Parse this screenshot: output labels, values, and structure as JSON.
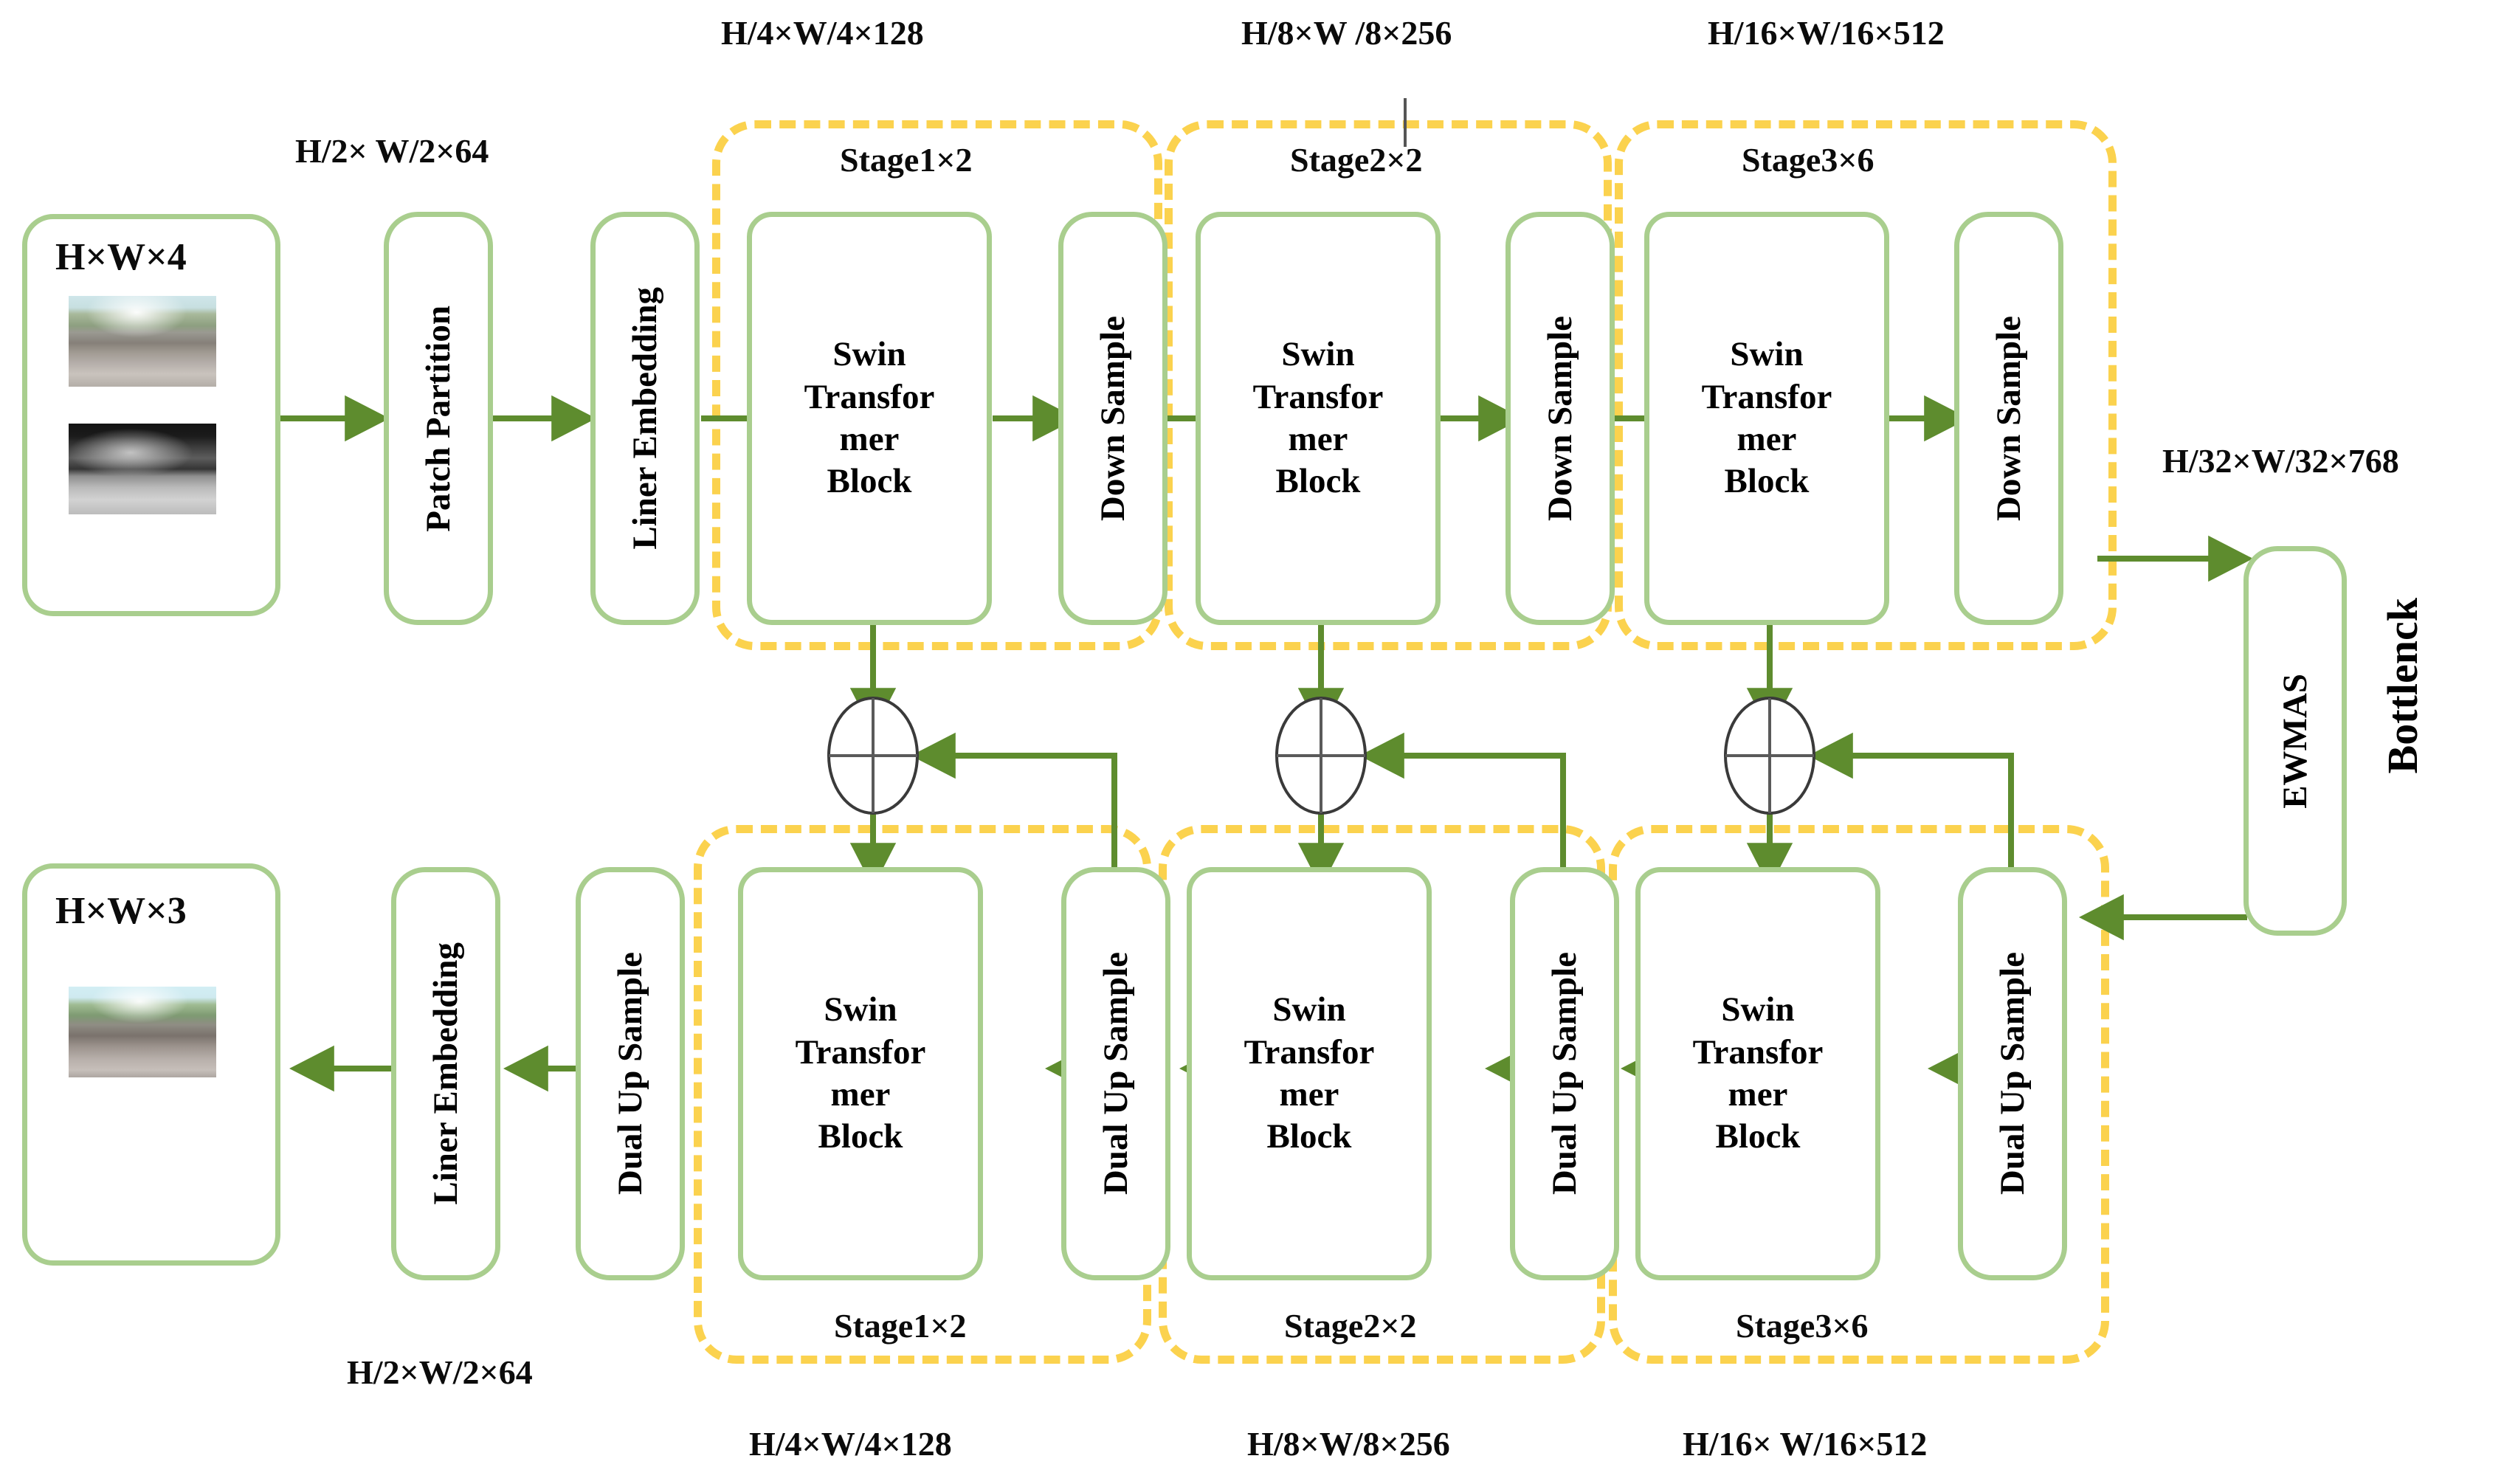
{
  "colors": {
    "module_border": "#A9CE8E",
    "stage_dashed": "#FBD24E",
    "arrow": "#5E8C2E",
    "text": "#000000",
    "background": "#FFFFFF"
  },
  "top_dimension_labels": [
    {
      "id": "dim-h2-w2-64-top",
      "text": "H/2× W/2×64"
    },
    {
      "id": "dim-h4-w4-128-top",
      "text": "H/4×W/4×128"
    },
    {
      "id": "dim-h8-w8-256-top",
      "text": "H/8×W /8×256"
    },
    {
      "id": "dim-h16-w16-512-top",
      "text": "H/16×W/16×512"
    },
    {
      "id": "dim-h32-w32-768",
      "text": "H/32×W/32×768"
    }
  ],
  "bottom_dimension_labels": [
    {
      "id": "dim-h2-w2-64-bottom",
      "text": "H/2×W/2×64"
    },
    {
      "id": "dim-h4-w4-128-bottom",
      "text": "H/4×W/4×128"
    },
    {
      "id": "dim-h8-w8-256-bottom",
      "text": "H/8×W/8×256"
    },
    {
      "id": "dim-h16-w16-512-bottom",
      "text": "H/16× W/16×512"
    }
  ],
  "encoder_stage_labels": [
    {
      "id": "stage1-top",
      "text": "Stage1×2"
    },
    {
      "id": "stage2-top",
      "text": "Stage2×2"
    },
    {
      "id": "stage3-top",
      "text": "Stage3×6"
    }
  ],
  "decoder_stage_labels": [
    {
      "id": "stage1-bottom",
      "text": "Stage1×2"
    },
    {
      "id": "stage2-bottom",
      "text": "Stage2×2"
    },
    {
      "id": "stage3-bottom",
      "text": "Stage3×6"
    }
  ],
  "input_block": {
    "label": "H×W×4",
    "images": [
      {
        "id": "rgb-haze-image",
        "kind": "rgb-road-scene"
      },
      {
        "id": "infrared-image",
        "kind": "grayscale-infrared-road-scene"
      }
    ]
  },
  "output_block": {
    "label": "H×W×3",
    "images": [
      {
        "id": "dehazed-output-image",
        "kind": "rgb-restored-road-scene"
      }
    ]
  },
  "encoder_modules": [
    {
      "id": "patch-partition",
      "text": "Patch Partition"
    },
    {
      "id": "liner-embedding-encoder",
      "text": "Liner Embedding"
    },
    {
      "id": "swin-transformer-block-enc-1",
      "text": "Swin\nTransfor\nmer\nBlock"
    },
    {
      "id": "down-sample-1",
      "text": "Down Sample"
    },
    {
      "id": "swin-transformer-block-enc-2",
      "text": "Swin\nTransfor\nmer\nBlock"
    },
    {
      "id": "down-sample-2",
      "text": "Down Sample"
    },
    {
      "id": "swin-transformer-block-enc-3",
      "text": "Swin\nTransfor\nmer\nBlock"
    },
    {
      "id": "down-sample-3",
      "text": "Down Sample"
    }
  ],
  "bottleneck": {
    "module_text": "EWMAS",
    "side_label": "Bottlenck"
  },
  "decoder_modules": [
    {
      "id": "liner-embedding-decoder",
      "text": "Liner Embedding"
    },
    {
      "id": "dual-up-sample-0",
      "text": "Dual Up Sample"
    },
    {
      "id": "swin-transformer-block-dec-1",
      "text": "Swin\nTransfor\nmer\nBlock"
    },
    {
      "id": "dual-up-sample-1",
      "text": "Dual  Up Sample"
    },
    {
      "id": "swin-transformer-block-dec-2",
      "text": "Swin\nTransfor\nmer\nBlock"
    },
    {
      "id": "dual-up-sample-2",
      "text": "Dual  Up Sample"
    },
    {
      "id": "swin-transformer-block-dec-3",
      "text": "Swin\nTransfor\nmer\nBlock"
    },
    {
      "id": "dual-up-sample-3",
      "text": "Dual  Up Sample"
    }
  ],
  "skip_connections": [
    {
      "id": "skip-add-1",
      "symbol": "+"
    },
    {
      "id": "skip-add-2",
      "symbol": "+"
    },
    {
      "id": "skip-add-3",
      "symbol": "+"
    }
  ]
}
